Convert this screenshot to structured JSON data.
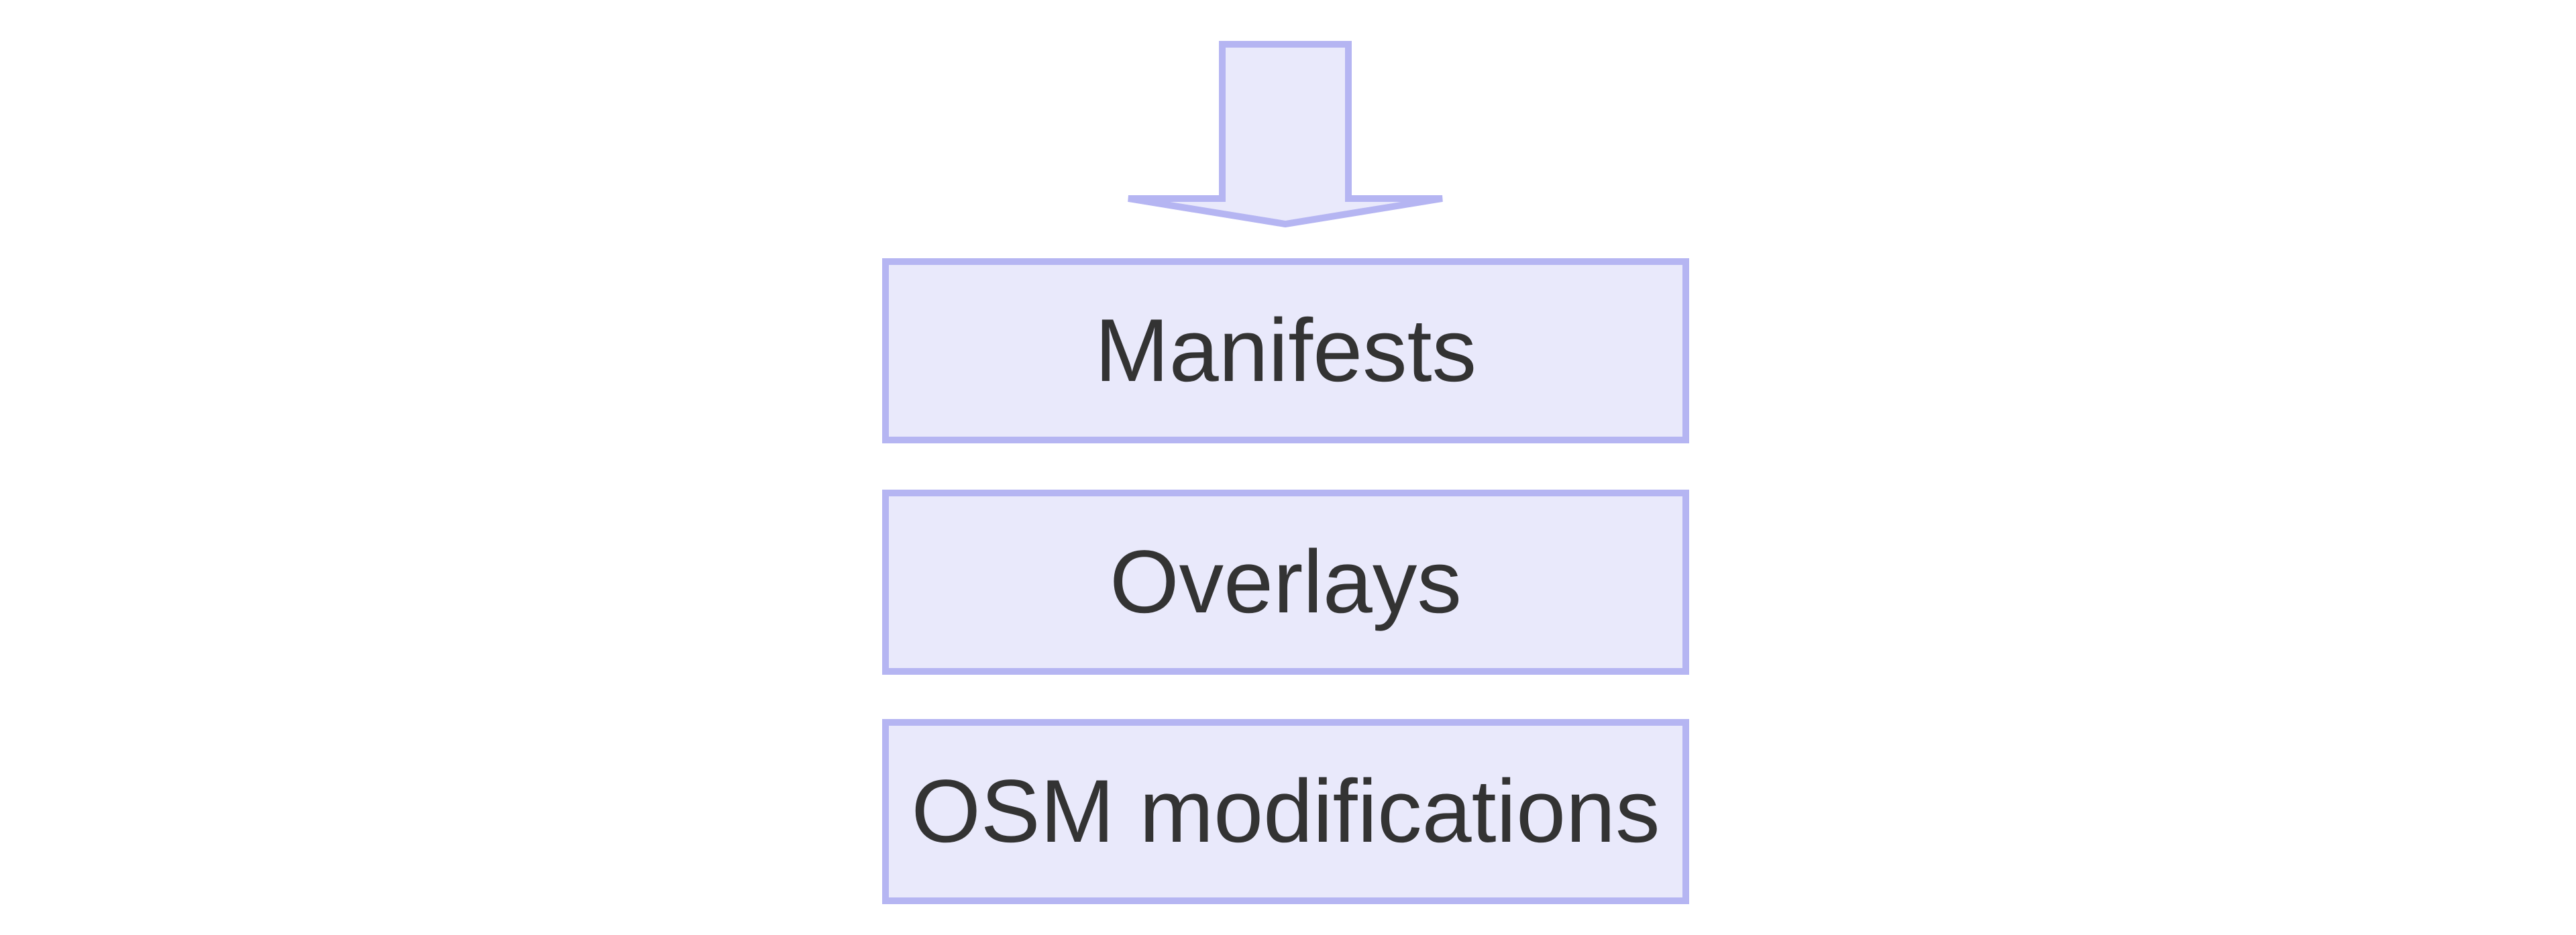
{
  "diagram": {
    "arrow_icon": "down-arrow-icon",
    "nodes": [
      {
        "label": "Manifests"
      },
      {
        "label": "Overlays"
      },
      {
        "label": "OSM modifications"
      }
    ]
  },
  "colors": {
    "page_background": "#ffffff",
    "node_fill": "#e9e9fb",
    "node_border": "#b5b5f2",
    "node_text": "#333333"
  }
}
